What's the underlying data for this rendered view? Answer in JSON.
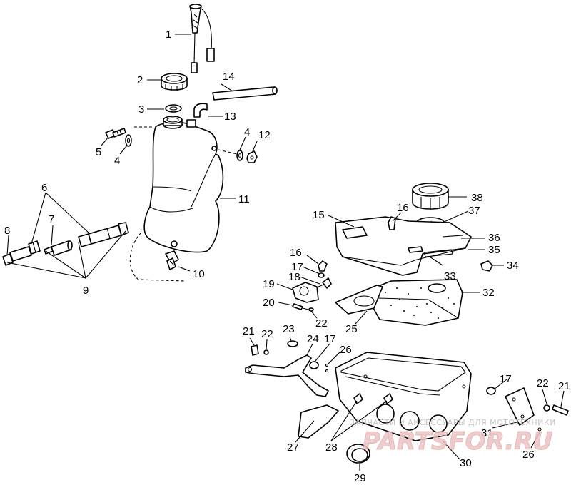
{
  "diagram": {
    "parts": {
      "p1": "1",
      "p2": "2",
      "p3": "3",
      "p4a": "4",
      "p4b": "4",
      "p5": "5",
      "p6": "6",
      "p7": "7",
      "p8": "8",
      "p9": "9",
      "p10": "10",
      "p11": "11",
      "p12": "12",
      "p13": "13",
      "p14": "14",
      "p15": "15",
      "p16a": "16",
      "p16b": "16",
      "p17a": "17",
      "p17b": "17",
      "p17c": "17",
      "p18": "18",
      "p19": "19",
      "p20": "20",
      "p21a": "21",
      "p21b": "21",
      "p22a": "22",
      "p22b": "22",
      "p22c": "22",
      "p23": "23",
      "p24": "24",
      "p25": "25",
      "p26a": "26",
      "p26b": "26",
      "p27": "27",
      "p28": "28",
      "p29": "29",
      "p30": "30",
      "p31": "31",
      "p32": "32",
      "p33": "33",
      "p34": "34",
      "p35": "35",
      "p36": "36",
      "p37": "37",
      "p38": "38"
    }
  },
  "watermark": {
    "caption": "ЗАПЧАСТИ И АКСЕССУАРЫ ДЛЯ МОТОТЕХНИКИ",
    "logo": "PARTSFOR.RU"
  }
}
